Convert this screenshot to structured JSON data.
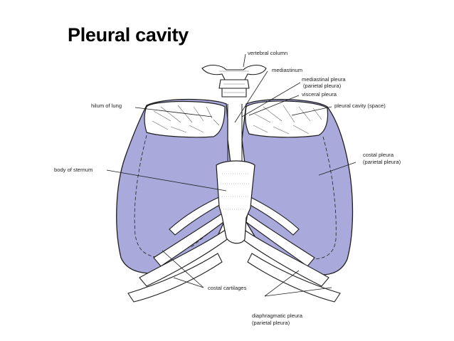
{
  "title": "Pleural cavity",
  "colors": {
    "pleura_fill": "#a9a9dc",
    "outline": "#1e1e1e",
    "bone": "#ffffff"
  },
  "labels": {
    "vertebral_column": "vertebral column",
    "mediastinum": "mediastinum",
    "mediastinal_pleura": "mediastinal pleura",
    "mediastinal_pleura_sub": "(parietal pleura)",
    "visceral_pleura": "visceral pleura",
    "pleural_cavity": "pleural cavity (space)",
    "hilum_of_lung": "hilum of lung",
    "costal_pleura": "costal pleura",
    "costal_pleura_sub": "(parietal pleura)",
    "body_of_sternum": "body of sternum",
    "costal_cartilages": "costal cartilages",
    "diaphragmatic_pleura": "diaphragmatic pleura",
    "diaphragmatic_pleura_sub": "(parietal pleura)"
  }
}
